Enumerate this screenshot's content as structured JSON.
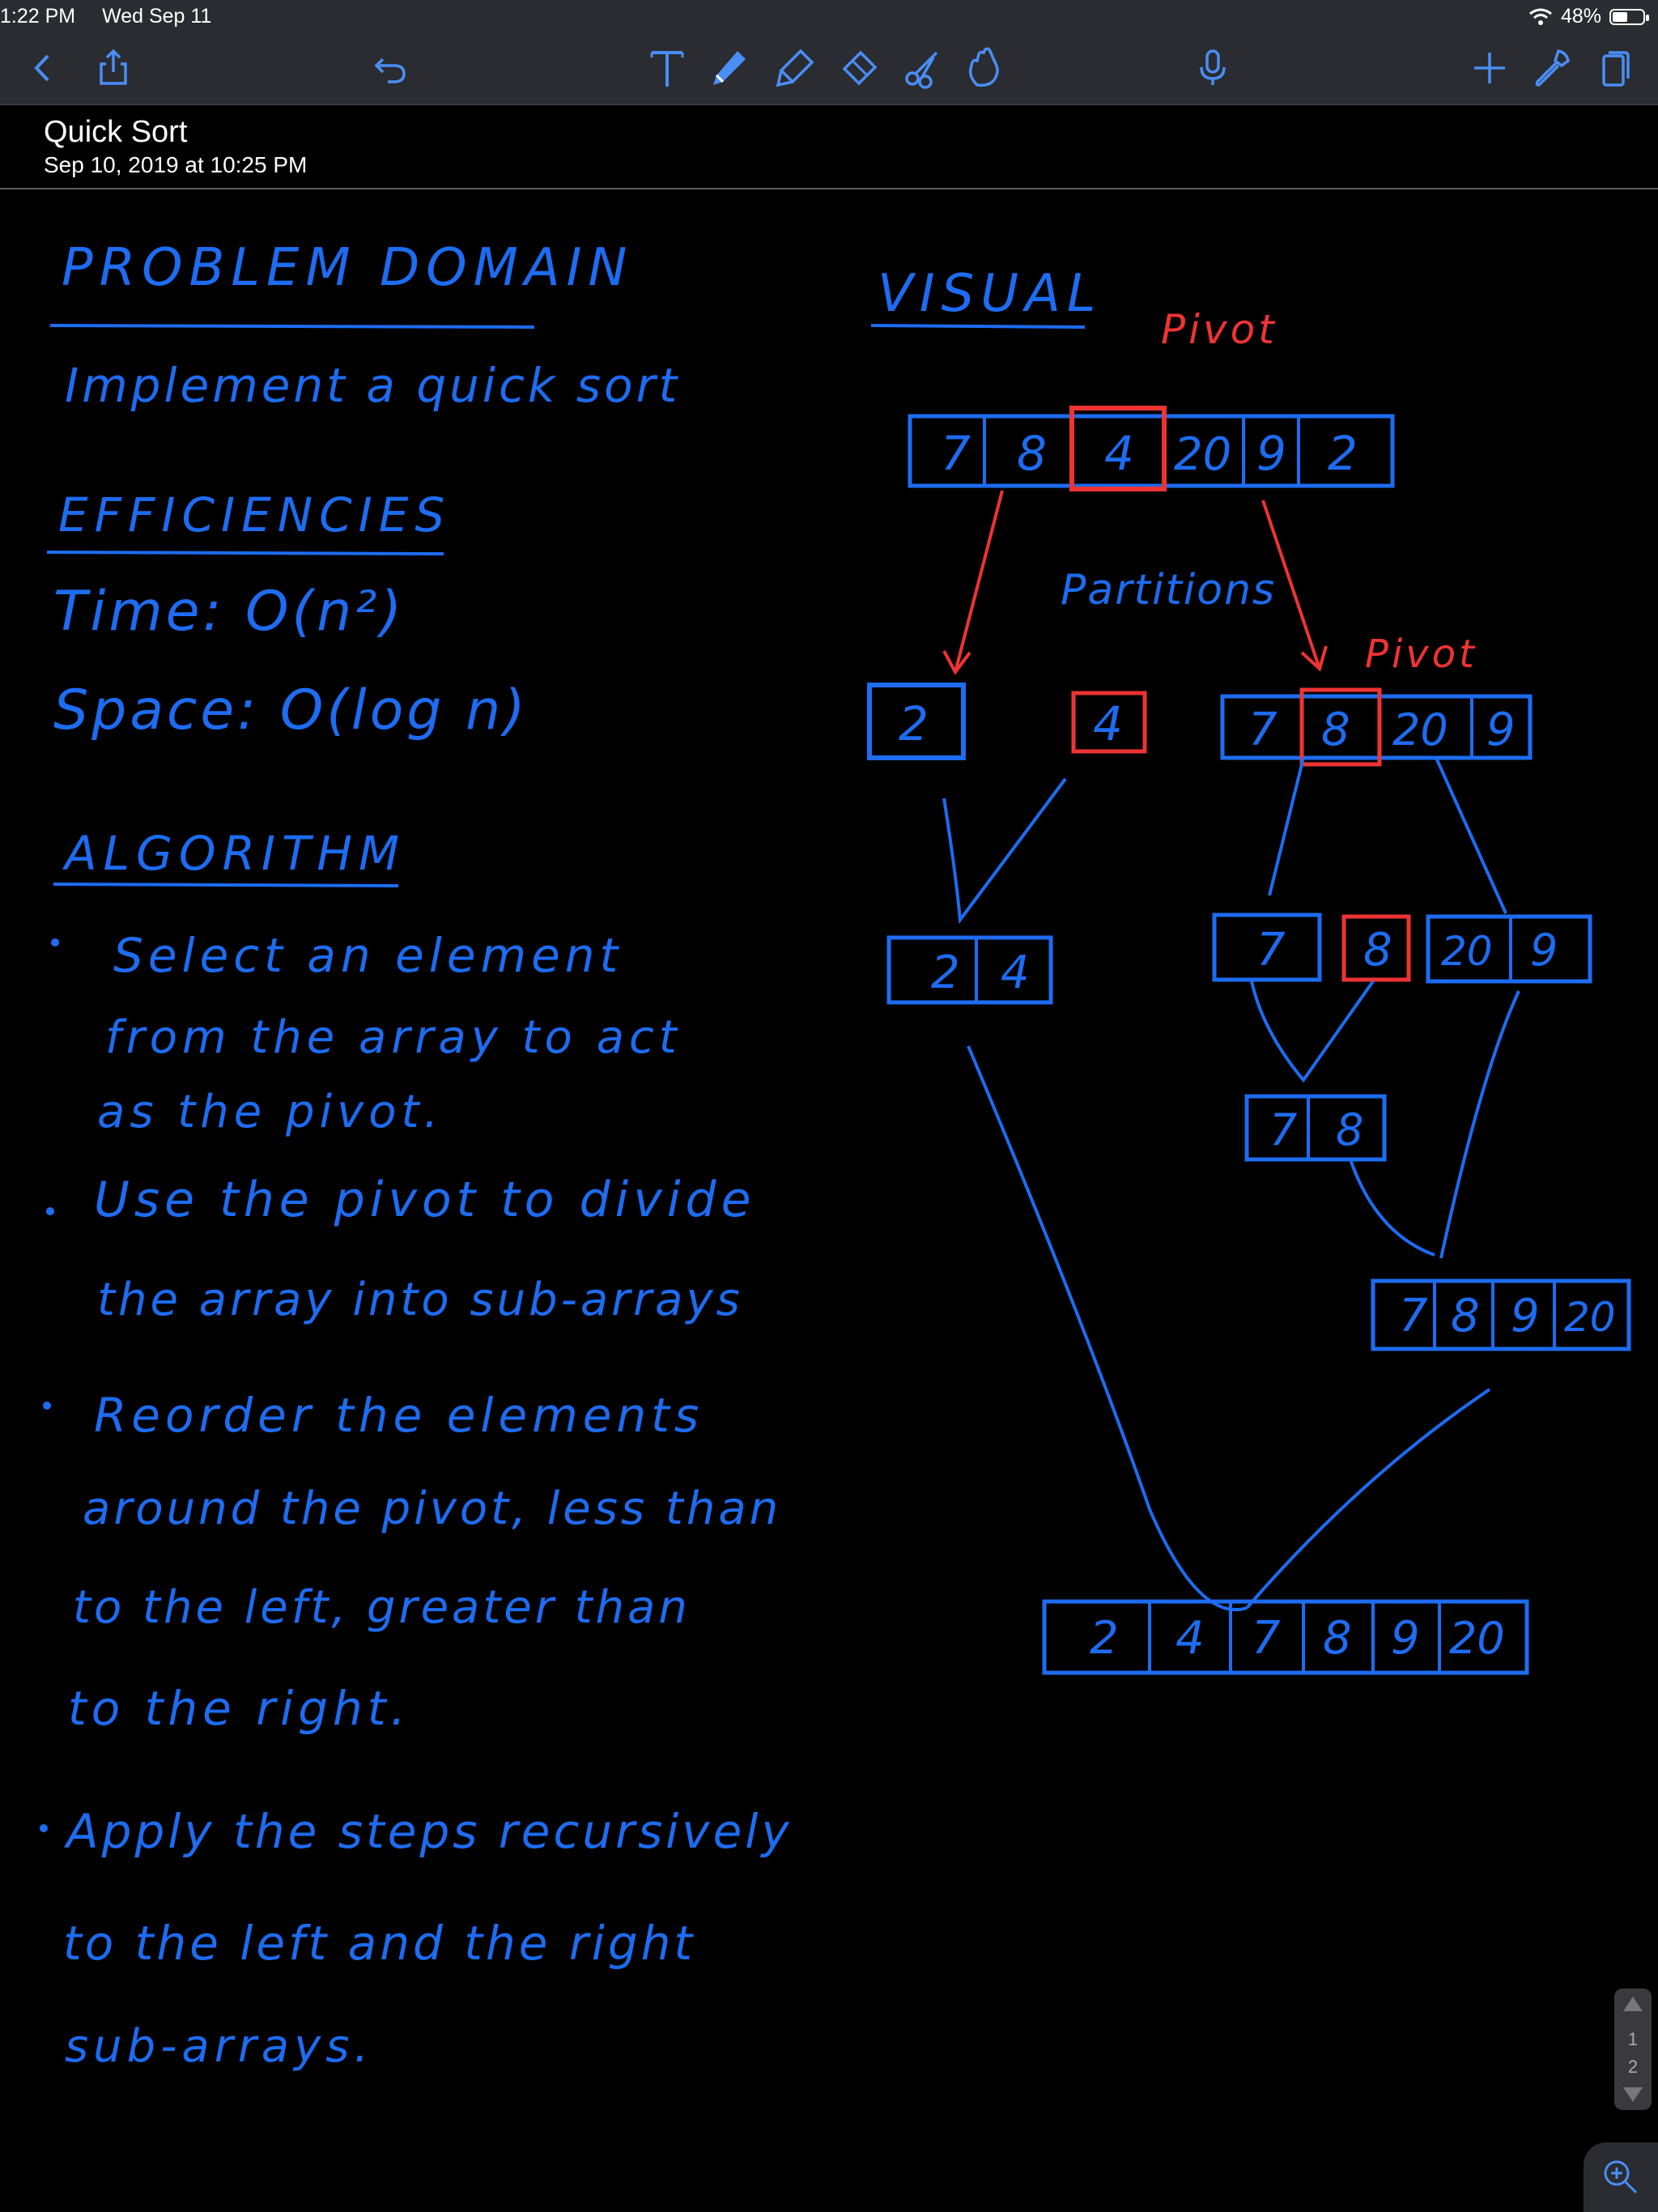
{
  "status": {
    "time": "1:22 PM",
    "date": "Wed Sep 11",
    "battery": "48%"
  },
  "toolbar": {
    "icons": [
      "back-icon",
      "share-icon",
      "undo-icon",
      "text-tool-icon",
      "pen-icon",
      "highlighter-icon",
      "eraser-icon",
      "lasso-icon",
      "hand-icon",
      "microphone-icon",
      "add-icon",
      "wrench-icon",
      "pages-icon"
    ]
  },
  "note": {
    "title": "Quick Sort",
    "date": "Sep 10, 2019 at 10:25 PM"
  },
  "content": {
    "problem_heading": "PROBLEM DOMAIN",
    "problem_text": "Implement a quick sort",
    "efficiencies_heading": "EFFICIENCIES",
    "time": "Time: O(n²)",
    "space": "Space: O(log n)",
    "algorithm_heading": "ALGORITHM",
    "bullets": [
      [
        "Select an element",
        "from the array to act",
        "as the pivot."
      ],
      [
        "Use the pivot to divide",
        "the array into sub-arrays"
      ],
      [
        "Reorder the elements",
        "around the pivot, less than",
        "to the left, greater than",
        "to the right."
      ],
      [
        "Apply the steps recursively",
        "to the left and the right",
        "sub-arrays."
      ]
    ],
    "visual_heading": "VISUAL",
    "pivot_label": "Pivot",
    "pivot_label_2": "Pivot",
    "partitions_label": "Partitions",
    "top_array": [
      "7",
      "8",
      "4",
      "20",
      "9",
      "2"
    ],
    "left_single": "2",
    "pivot_single": "4",
    "right_array": [
      "7",
      "8",
      "20",
      "9"
    ],
    "merged_left": [
      "2",
      "4"
    ],
    "sub_left": "7",
    "sub_pivot": "8",
    "sub_right": [
      "20",
      "9"
    ],
    "merged_mid": [
      "7",
      "8"
    ],
    "merged_right": [
      "7",
      "8",
      "9",
      "20"
    ],
    "final_array": [
      "2",
      "4",
      "7",
      "8",
      "9",
      "20"
    ]
  },
  "pager": {
    "current": "1",
    "total": "2"
  },
  "colors": {
    "ink_blue": "#1d6cf2",
    "ink_red": "#ee3333",
    "toolbar": "#2a2c31"
  }
}
